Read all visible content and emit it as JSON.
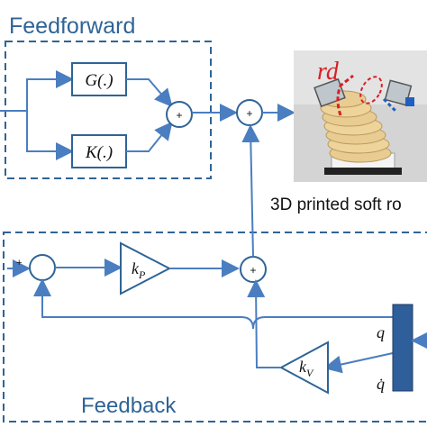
{
  "sections": {
    "feedforward_title": "Feedforward",
    "feedback_title": "Feedback"
  },
  "blocks": {
    "g_label": "G(.)",
    "k_label": "K(.)",
    "kp_label": "kP",
    "kv_label": "kV"
  },
  "signals": {
    "plus": "+",
    "minus": "-",
    "q": "q",
    "qdot": "q̇"
  },
  "photo": {
    "annotation": "rd",
    "caption": "3D printed soft ro"
  },
  "colors": {
    "frame": "#2f6496",
    "line": "#4a7ec0",
    "block_stroke": "#2f6496",
    "triangle_stroke": "#2f6496",
    "sensor_bar": "#2f5f9a",
    "text_dark": "#1f3b63",
    "photo_bg": "#d9d9d9",
    "soft_body": "#e6c98f",
    "red_annotation": "#d81f26",
    "blue_annotation": "#1f5fbf",
    "black": "#111111"
  }
}
